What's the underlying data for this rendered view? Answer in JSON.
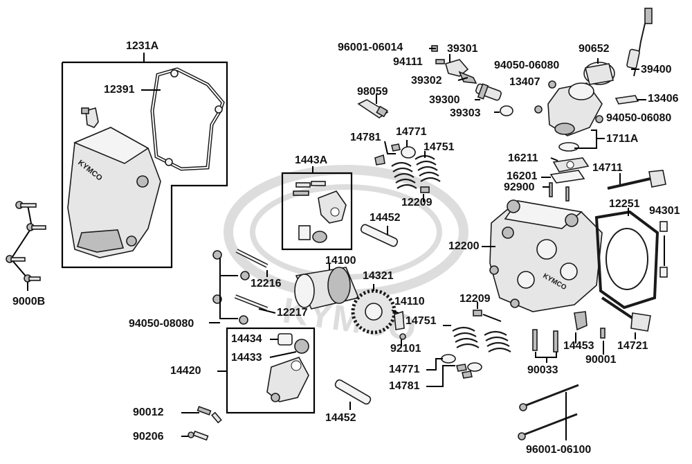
{
  "diagram": {
    "watermark": "KYMCO",
    "cover_brand": "KYMCO",
    "head_brand": "KYMCO",
    "callouts": [
      {
        "id": "c-1231A",
        "text": "1231A"
      },
      {
        "id": "c-12391",
        "text": "12391"
      },
      {
        "id": "c-9000B",
        "text": "9000B"
      },
      {
        "id": "c-96001-06014",
        "text": "96001-06014"
      },
      {
        "id": "c-94111",
        "text": "94111"
      },
      {
        "id": "c-39301",
        "text": "39301"
      },
      {
        "id": "c-39302",
        "text": "39302"
      },
      {
        "id": "c-39300",
        "text": "39300"
      },
      {
        "id": "c-39303",
        "text": "39303"
      },
      {
        "id": "c-98059",
        "text": "98059"
      },
      {
        "id": "c-90652",
        "text": "90652"
      },
      {
        "id": "c-39400",
        "text": "39400"
      },
      {
        "id": "c-94050-06080-a",
        "text": "94050-06080"
      },
      {
        "id": "c-13407",
        "text": "13407"
      },
      {
        "id": "c-13406",
        "text": "13406"
      },
      {
        "id": "c-94050-06080-b",
        "text": "94050-06080"
      },
      {
        "id": "c-1711A",
        "text": "1711A"
      },
      {
        "id": "c-14781-a",
        "text": "14781"
      },
      {
        "id": "c-14771-a",
        "text": "14771"
      },
      {
        "id": "c-14751-a",
        "text": "14751"
      },
      {
        "id": "c-16211",
        "text": "16211"
      },
      {
        "id": "c-14711",
        "text": "14711"
      },
      {
        "id": "c-16201",
        "text": "16201"
      },
      {
        "id": "c-92900",
        "text": "92900"
      },
      {
        "id": "c-1443A",
        "text": "1443A"
      },
      {
        "id": "c-12209-a",
        "text": "12209"
      },
      {
        "id": "c-12251",
        "text": "12251"
      },
      {
        "id": "c-94301",
        "text": "94301"
      },
      {
        "id": "c-14452-a",
        "text": "14452"
      },
      {
        "id": "c-12200",
        "text": "12200"
      },
      {
        "id": "c-14100",
        "text": "14100"
      },
      {
        "id": "c-12216",
        "text": "12216"
      },
      {
        "id": "c-14321",
        "text": "14321"
      },
      {
        "id": "c-14110",
        "text": "14110"
      },
      {
        "id": "c-12209-b",
        "text": "12209"
      },
      {
        "id": "c-12217",
        "text": "12217"
      },
      {
        "id": "c-94050-08080",
        "text": "94050-08080"
      },
      {
        "id": "c-14751-b",
        "text": "14751"
      },
      {
        "id": "c-14434",
        "text": "14434"
      },
      {
        "id": "c-14433",
        "text": "14433"
      },
      {
        "id": "c-92101",
        "text": "92101"
      },
      {
        "id": "c-14453",
        "text": "14453"
      },
      {
        "id": "c-14721",
        "text": "14721"
      },
      {
        "id": "c-90001",
        "text": "90001"
      },
      {
        "id": "c-14771-b",
        "text": "14771"
      },
      {
        "id": "c-14420",
        "text": "14420"
      },
      {
        "id": "c-14781-b",
        "text": "14781"
      },
      {
        "id": "c-90033",
        "text": "90033"
      },
      {
        "id": "c-90012",
        "text": "90012"
      },
      {
        "id": "c-14452-b",
        "text": "14452"
      },
      {
        "id": "c-90206",
        "text": "90206"
      },
      {
        "id": "c-96001-06100",
        "text": "96001-06100"
      }
    ]
  }
}
